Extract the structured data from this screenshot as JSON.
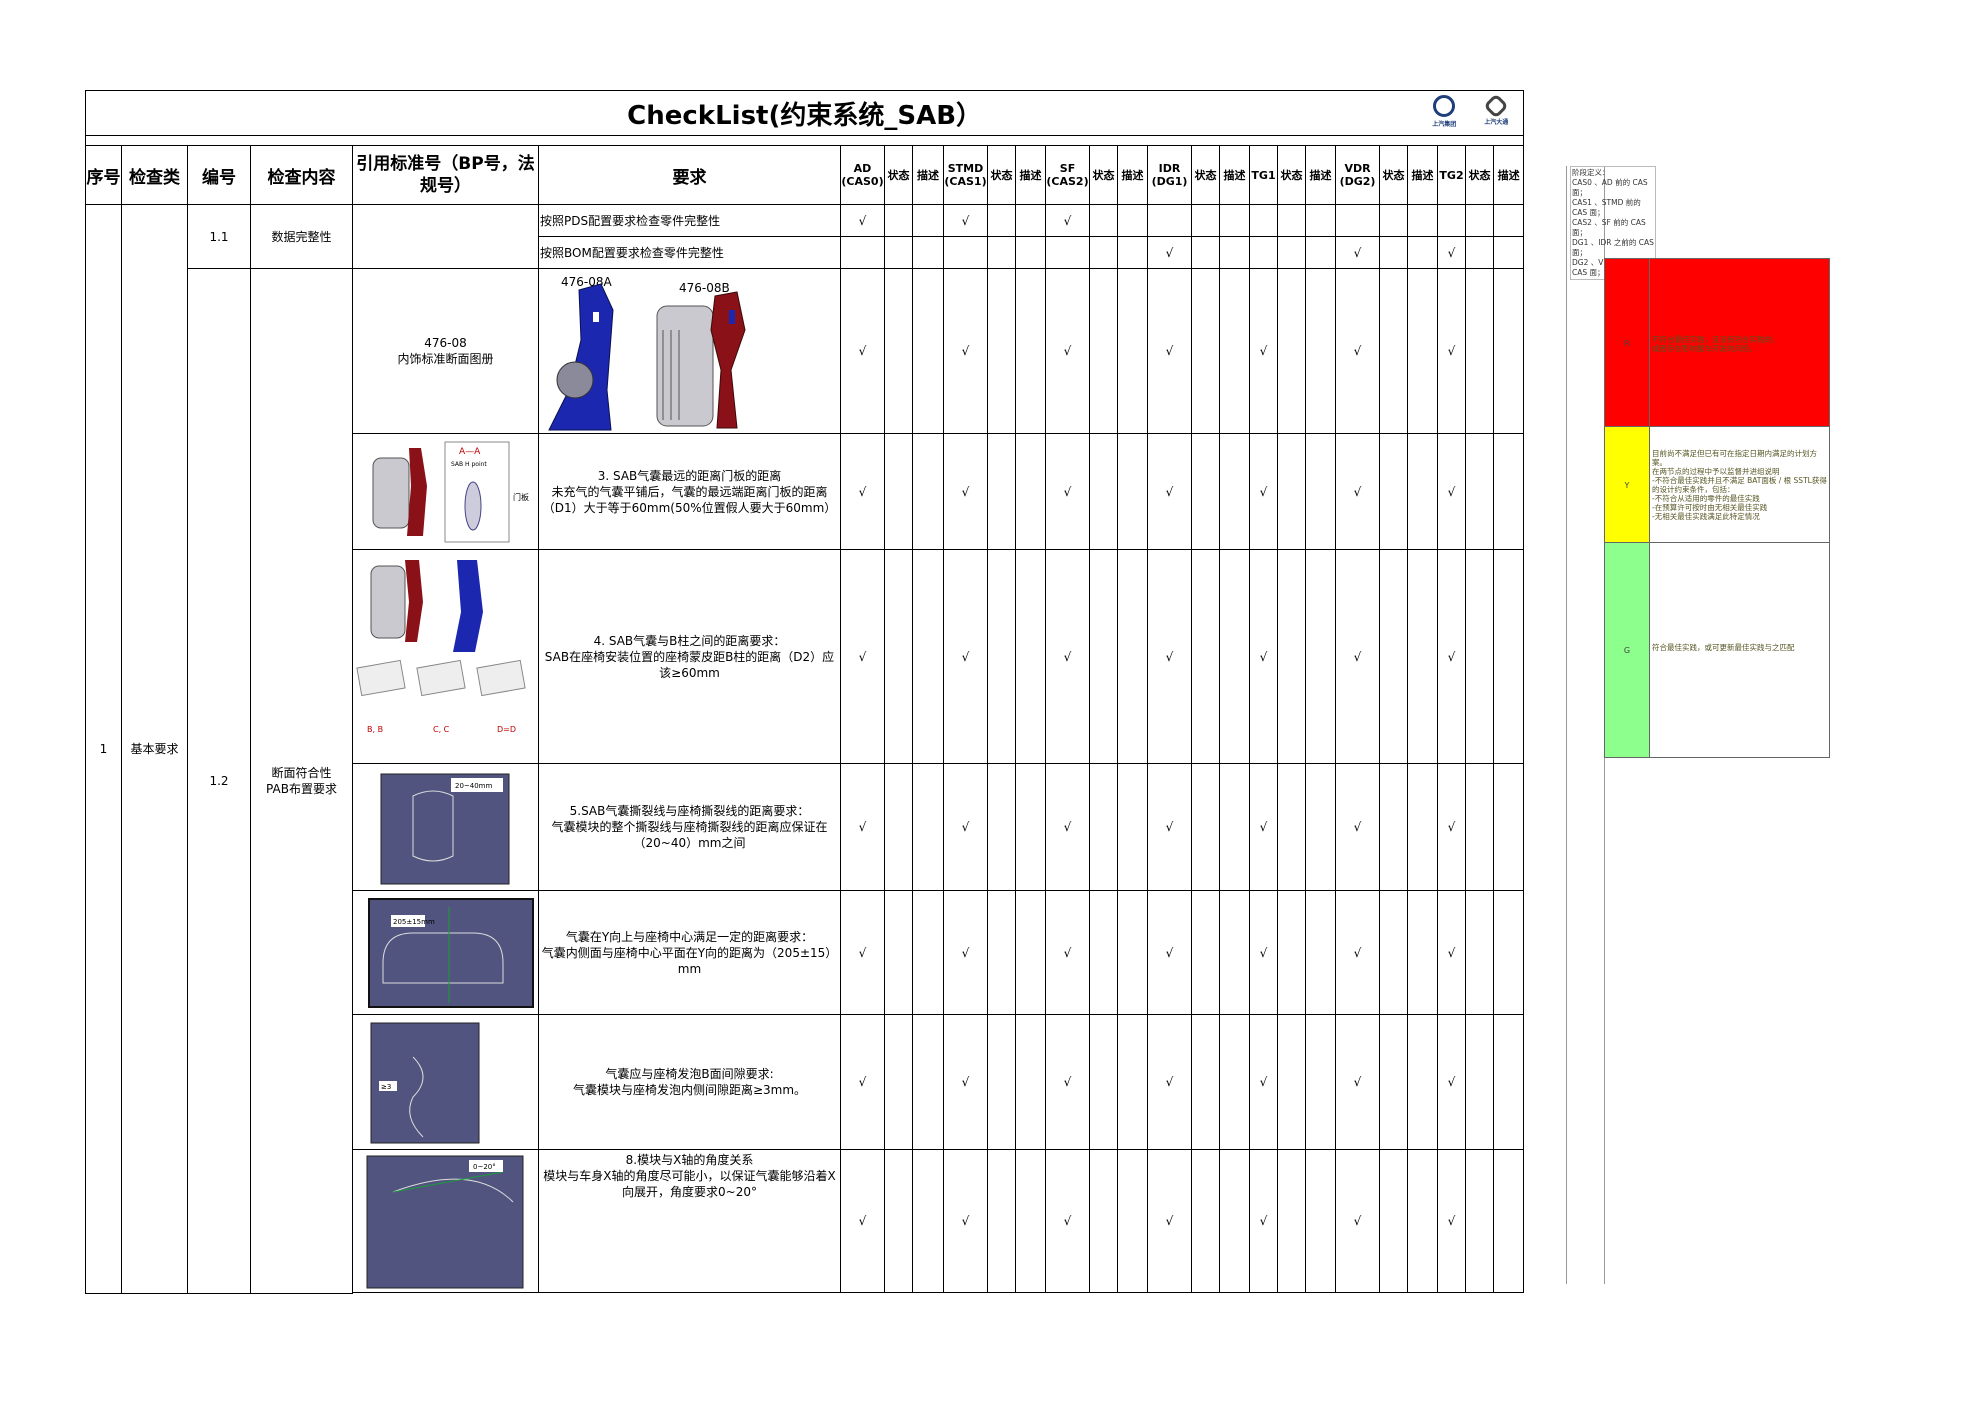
{
  "title": "CheckList(约束系统_SAB）",
  "logos": [
    "上汽集团",
    "上汽大通"
  ],
  "headers": {
    "seq": "序号",
    "category": "检查类",
    "number": "编号",
    "content": "检查内容",
    "standard": "引用标准号（BP号，法规号）",
    "requirement": "要求",
    "phases": [
      {
        "label": "AD",
        "sub": "(CAS0)"
      },
      {
        "label": "STMD",
        "sub": "(CAS1)"
      },
      {
        "label": "SF",
        "sub": "(CAS2)"
      },
      {
        "label": "IDR",
        "sub": "(DG1)"
      },
      {
        "label": "TG1",
        "sub": ""
      },
      {
        "label": "VDR",
        "sub": "(DG2)"
      },
      {
        "label": "TG2",
        "sub": ""
      }
    ],
    "status": "状态",
    "desc": "描述"
  },
  "rows": {
    "seq": "1",
    "category": "基本要求",
    "group1": {
      "number": "1.1",
      "content": "数据完整性",
      "items": [
        {
          "req": "按照PDS配置要求检查零件完整性",
          "checks": [
            "√",
            "√",
            "√",
            "",
            "",
            "",
            ""
          ]
        },
        {
          "req": "按照BOM配置要求检查零件完整性",
          "checks": [
            "",
            "",
            "",
            "√",
            "",
            "√",
            "√"
          ]
        }
      ]
    },
    "group2": {
      "number": "1.2",
      "content": "断面符合性\nPAB布置要求",
      "standard": "476-08\n内饰标准断面图册",
      "images": {
        "a1": "476-08A",
        "a2": "476-08B",
        "b1": "A—A",
        "b2": "SAB H point",
        "b3": "门板",
        "c1": "B, B",
        "c2": "C, C",
        "c3": "D=D",
        "d1": "20~40mm",
        "e1": "205±15mm",
        "f1": "≥3",
        "g1": "0~20°"
      },
      "items": [
        {
          "req": "",
          "checks": [
            "√",
            "√",
            "√",
            "√",
            "√",
            "√",
            "√"
          ]
        },
        {
          "req": "3. SAB气囊最远的距离门板的距离\n    未充气的气囊平铺后，气囊的最远端距离门板的距离（D1）大于等于60mm(50%位置假人要大于60mm）",
          "checks": [
            "√",
            "√",
            "√",
            "√",
            "√",
            "√",
            "√"
          ]
        },
        {
          "req": "4. SAB气囊与B柱之间的距离要求：\n    SAB在座椅安装位置的座椅蒙皮距B柱的距离（D2）应该≥60mm",
          "checks": [
            "√",
            "√",
            "√",
            "√",
            "√",
            "√",
            "√"
          ]
        },
        {
          "req": "5.SAB气囊撕裂线与座椅撕裂线的距离要求：\n气囊模块的整个撕裂线与座椅撕裂线的距离应保证在（20~40）mm之间",
          "checks": [
            "√",
            "√",
            "√",
            "√",
            "√",
            "√",
            "√"
          ]
        },
        {
          "req": "气囊在Y向上与座椅中心满足一定的距离要求：\n气囊内侧面与座椅中心平面在Y向的距离为（205±15）mm",
          "checks": [
            "√",
            "√",
            "√",
            "√",
            "√",
            "√",
            "√"
          ]
        },
        {
          "req": "气囊应与座椅发泡B面间隙要求:\n气囊模块与座椅发泡内侧间隙距离≥3mm。",
          "checks": [
            "√",
            "√",
            "√",
            "√",
            "√",
            "√",
            "√"
          ]
        },
        {
          "req": "8.模块与X轴的角度关系\n模块与车身X轴的角度尽可能小，以保证气囊能够沿着X向展开，角度要求0~20°",
          "checks": [
            "√",
            "√",
            "√",
            "√",
            "√",
            "√",
            "√"
          ]
        }
      ]
    }
  },
  "legend": {
    "note": "阶段定义：\nCAS0 、AD 前的 CAS 面；\nCAS1 、STMD 前的 CAS 面；\nCAS2 、SF 前的 CAS 面；\nDG1 、IDR 之前的 CAS 面；\nDG2 、VDR 之前的 CAS 面；",
    "bands": [
      {
        "key": "R",
        "color": "#ff0000",
        "text": "不符合最佳实践，且没有符合实践的，\n或者存在影响整车开发的风险。"
      },
      {
        "key": "Y",
        "color": "#ffff00",
        "text": "目前尚不满足但已有可在指定日期内满足的计划方案。\n在两节点的过程中予以监督并进组说明\n-不符合最佳实践并且不满足 BAT面板 / 根 SSTL获得的设计约束条件，包括：\n-不符合从适用的零件的最佳实践\n-在预算许可按时由无相关最佳实践\n-无相关最佳实践满足此特定情况"
      },
      {
        "key": "G",
        "color": "#8cff8c",
        "text": "符合最佳实践，或可更新最佳实践与之匹配"
      }
    ]
  }
}
